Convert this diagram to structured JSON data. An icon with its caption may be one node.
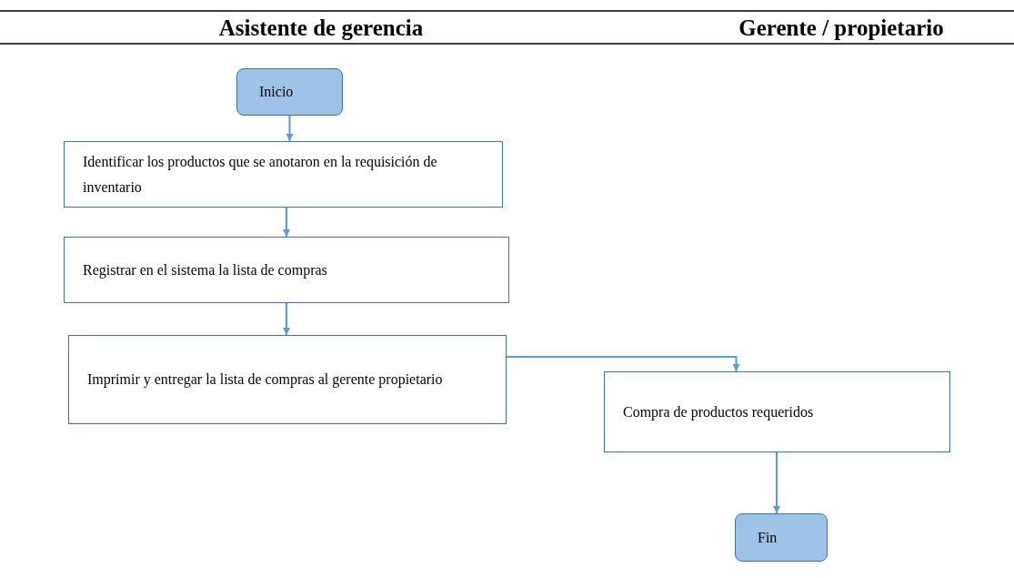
{
  "diagram": {
    "nodes": [
      {
        "text": [
          "Inicio"
        ]
      },
      {
        "text": [
          "Identificar los productos que se anotaron en la requisición de inventario"
        ]
      },
      {
        "text": [
          "Registrar en el sistema la lista de compras"
        ]
      },
      {
        "text": [
          "Imprimir y entregar la lista de compras al gerente propietario"
        ]
      },
      {
        "text": [
          "Compra de productos requeridos"
        ]
      },
      {
        "text": [
          "Fin"
        ]
      }
    ],
    "edges": [
      {
        "from": 0,
        "to": 1,
        "arrow": "to"
      },
      {
        "from": 1,
        "to": 2,
        "arrow": "to"
      },
      {
        "from": 2,
        "to": 3,
        "arrow": "to"
      },
      {
        "from": 3,
        "to": 4,
        "arrow": "to"
      },
      {
        "from": 4,
        "to": 5,
        "arrow": "to"
      }
    ],
    "labels": [
      "Asistente de gerencia",
      "Gerente / propietario"
    ]
  }
}
